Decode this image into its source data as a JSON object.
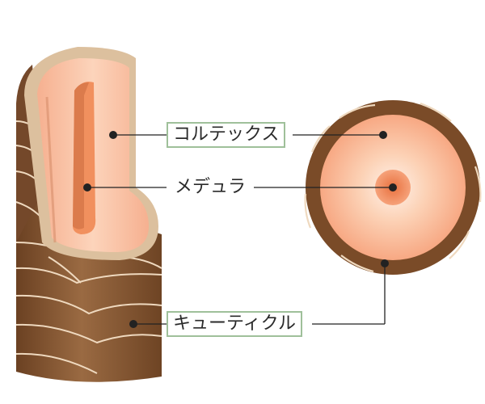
{
  "labels": {
    "cortex": "コルテックス",
    "medulla": "メデュラ",
    "cuticle": "キューティクル"
  },
  "colors": {
    "cuticle_brown": "#8b5a34",
    "cuticle_scale_edge": "#efd9bf",
    "cortex_peach": "#f9b894",
    "medulla_orange": "#f08e5c",
    "label_border": "#9fc09a",
    "leader_line": "#222222"
  }
}
